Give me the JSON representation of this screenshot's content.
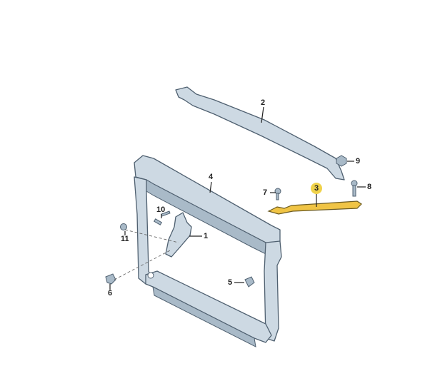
{
  "diagram": {
    "highlight_color": "#f0c445",
    "part_color": "#cdd9e3",
    "highlighted_part": "3",
    "labels": {
      "p1": "1",
      "p2": "2",
      "p3": "3",
      "p4": "4",
      "p5": "5",
      "p6": "6",
      "p7": "7",
      "p8": "8",
      "p9": "9",
      "p10": "10",
      "p11": "11"
    }
  }
}
